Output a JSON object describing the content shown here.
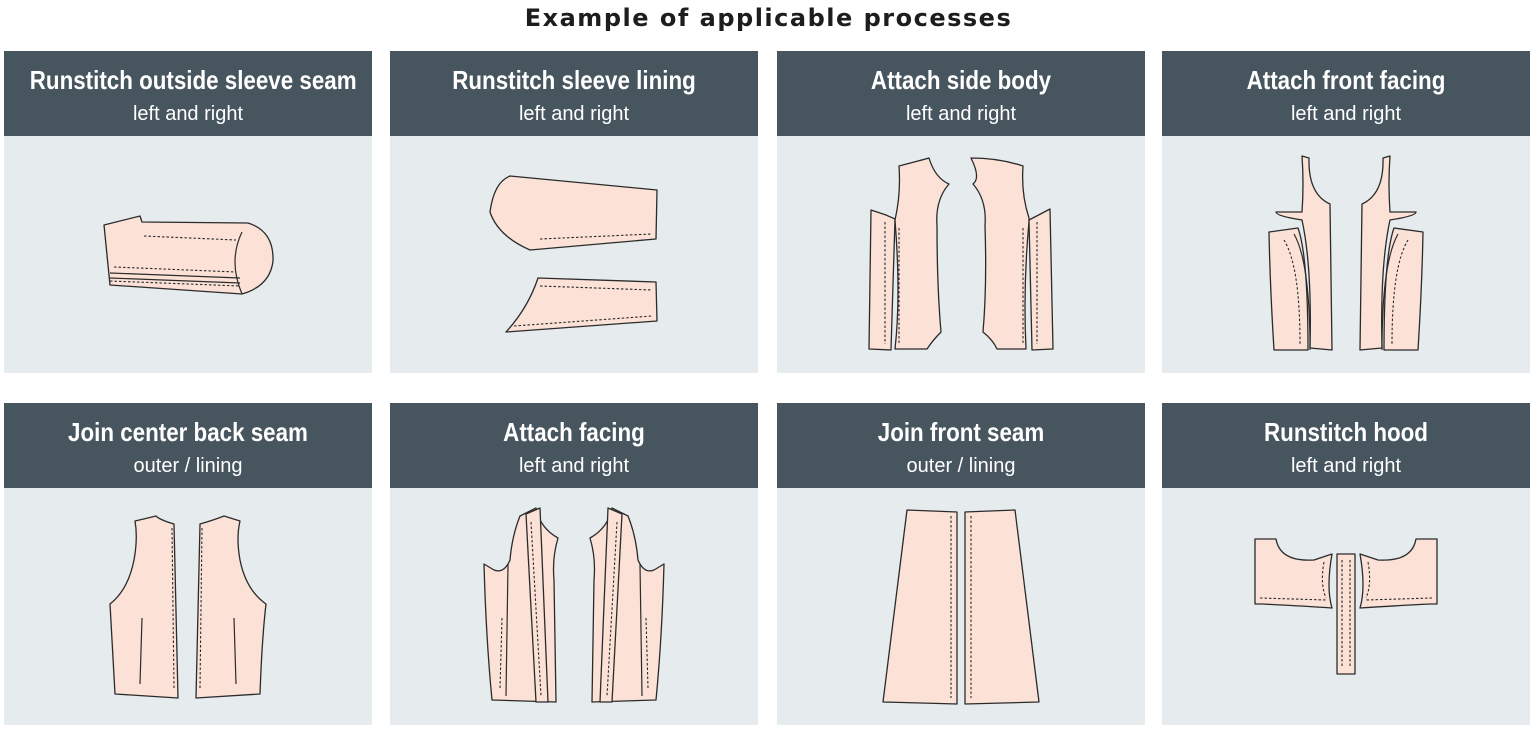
{
  "title": "Example of applicable processes",
  "processes": [
    {
      "title": "Runstitch outside sleeve seam",
      "subtitle": "left and right",
      "icon": "sleeve-outside-seam-icon"
    },
    {
      "title": "Runstitch sleeve lining",
      "subtitle": "left and right",
      "icon": "sleeve-lining-icon"
    },
    {
      "title": "Attach side body",
      "subtitle": "left and right",
      "icon": "side-body-icon"
    },
    {
      "title": "Attach front facing",
      "subtitle": "left and right",
      "icon": "front-facing-icon"
    },
    {
      "title": "Join center back seam",
      "subtitle": "outer / lining",
      "icon": "center-back-seam-icon"
    },
    {
      "title": "Attach facing",
      "subtitle": "left and right",
      "icon": "facing-icon"
    },
    {
      "title": "Join front seam",
      "subtitle": "outer / lining",
      "icon": "front-seam-icon"
    },
    {
      "title": "Runstitch hood",
      "subtitle": "left and right",
      "icon": "hood-icon"
    }
  ],
  "colors": {
    "header": "#47555f",
    "panel": "#e6ebee",
    "fabric": "#fbe1d6",
    "outline": "#2b2b2b"
  }
}
